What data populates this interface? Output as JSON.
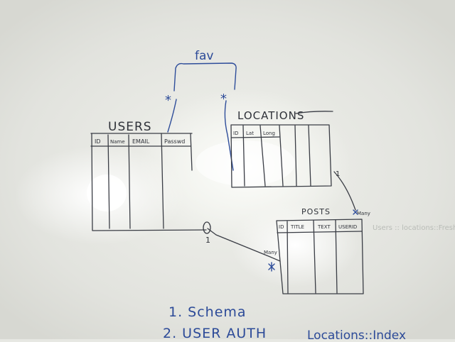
{
  "relationship": {
    "label": "fav",
    "end_marks": [
      "*",
      "*"
    ]
  },
  "tables": {
    "users": {
      "title": "USERS",
      "columns": [
        "ID",
        "Name",
        "EMAIL",
        "Passwd"
      ],
      "cardinality": "1"
    },
    "locations": {
      "title": "LOCATIONS",
      "columns": [
        "ID",
        "Lat",
        "Long"
      ],
      "cardinality": "1"
    },
    "posts": {
      "title": "POSTS",
      "columns": [
        "ID",
        "TITLE",
        "TEXT",
        "USERID"
      ],
      "cardinality_user": "Many",
      "cardinality_location": "Many"
    }
  },
  "notes": {
    "item1": "1. Schema",
    "item2": "2. USER AUTH",
    "bottom_right": "Locations::Index",
    "faint_right": "Users :: locations::Fresh"
  },
  "colors": {
    "marker_black": "#3a3d45",
    "marker_blue": "#2e4d9a"
  }
}
